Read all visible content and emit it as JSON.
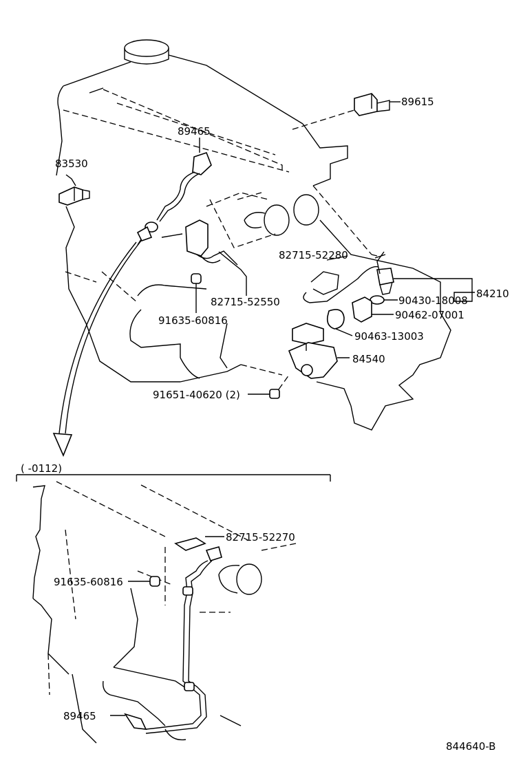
{
  "parts": {
    "p89615": "89615",
    "p89465_top": "89465",
    "p83530": "83530",
    "p82715_52280": "82715-52280",
    "p84210": "84210",
    "p82715_52550": "82715-52550",
    "p90430_18008": "90430-18008",
    "p91635_60816_top": "91635-60816",
    "p90462_07001": "90462-07001",
    "p90463_13003": "90463-13003",
    "p84540": "84540",
    "p91651_40620": "91651-40620 (2)",
    "p82715_52270": "82715-52270",
    "p91635_60816_bottom": "91635-60816",
    "p89465_bottom": "89465"
  },
  "applicability": "(      -0112)",
  "diagram_id": "844640-B"
}
